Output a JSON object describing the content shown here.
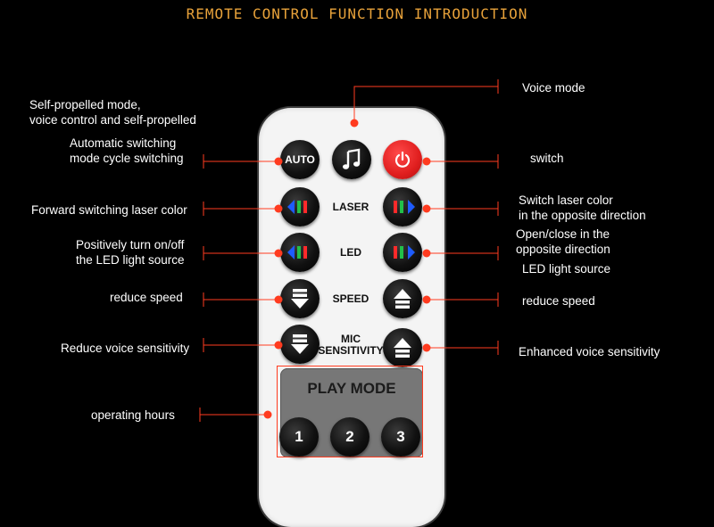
{
  "title": "REMOTE CONTROL FUNCTION INTRODUCTION",
  "left_labels": {
    "self_propelled": [
      "Self-propelled mode,",
      "voice control and self-propelled"
    ],
    "auto_switching": [
      "Automatic switching",
      "mode cycle switching"
    ],
    "forward_laser": [
      "Forward switching laser color"
    ],
    "led_on_off": [
      "Positively turn on/off",
      "the LED light source"
    ],
    "reduce_speed": [
      "reduce speed"
    ],
    "reduce_voice": [
      "Reduce voice sensitivity"
    ],
    "operating_hours": [
      "operating hours"
    ]
  },
  "right_labels": {
    "voice_mode": [
      "Voice mode"
    ],
    "switch": [
      "switch"
    ],
    "switch_laser": [
      "Switch laser color",
      "in the opposite direction"
    ],
    "open_close": [
      "Open/close in the",
      "opposite direction"
    ],
    "led_source": [
      "LED light source"
    ],
    "reduce_speed": [
      "reduce speed"
    ],
    "enhanced_voice": [
      "Enhanced voice sensitivity"
    ]
  },
  "remote": {
    "auto_label": "AUTO",
    "laser_label": "LASER",
    "led_label": "LED",
    "speed_label": "SPEED",
    "mic_label": [
      "MIC",
      "SENSITIVITY"
    ],
    "play_mode_label": "PLAY MODE",
    "num_1": "1",
    "num_2": "2",
    "num_3": "3"
  },
  "colors": {
    "title": "#e8a23a",
    "accent": "#ff3b1f",
    "power": "#e01e1e"
  },
  "icons": [
    "music-note-icon",
    "power-icon",
    "arrow-left-icon",
    "arrow-right-icon",
    "arrow-down-icon",
    "arrow-up-icon"
  ]
}
